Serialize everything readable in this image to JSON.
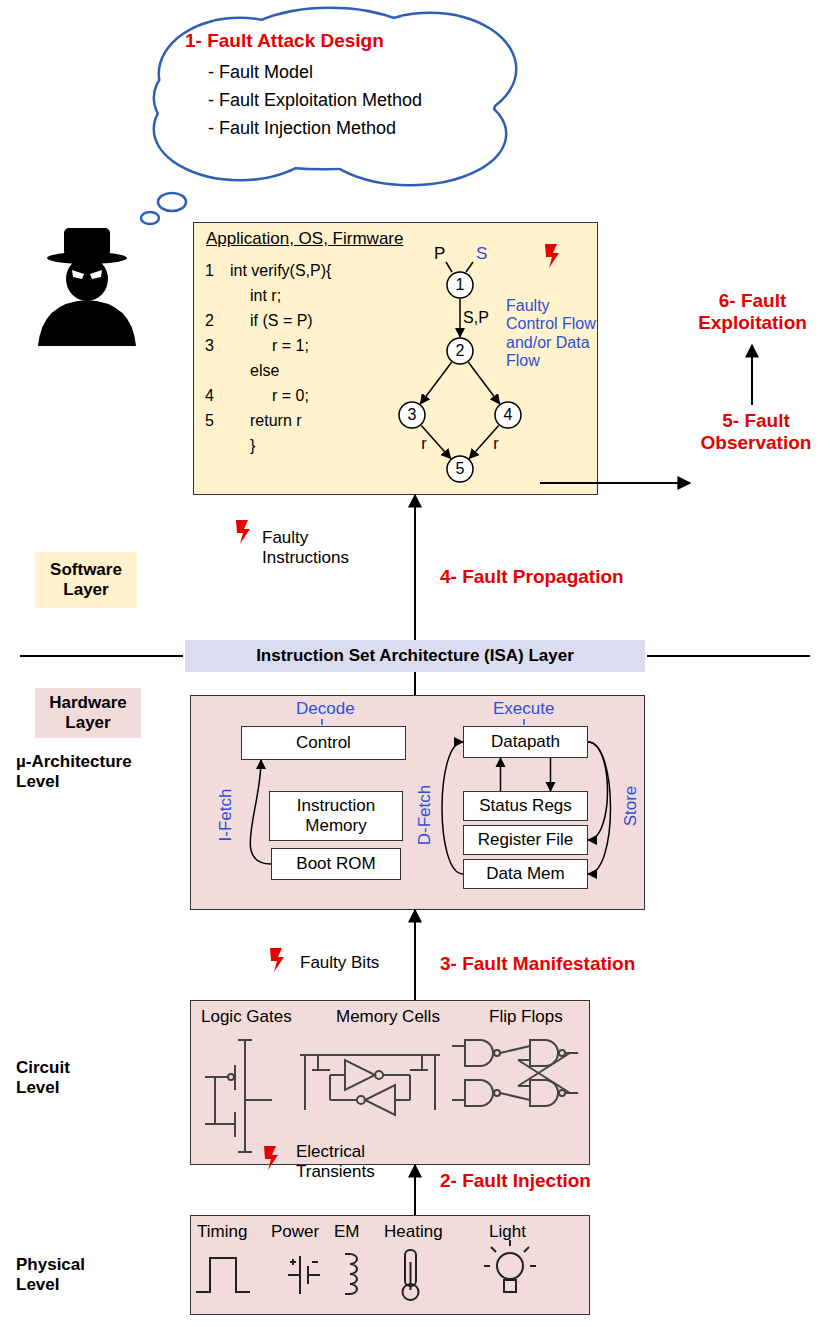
{
  "diagram": {
    "nodes": [
      {
        "text": [
          "1- Fault Attack Design",
          "- Fault Model",
          "- Fault Exploitation Method",
          "- Fault Injection Method"
        ]
      },
      {
        "text": [
          "Application, OS, Firmware",
          "Faulty Control Flow and/or Data Flow"
        ]
      },
      {
        "text": [
          "1"
        ],
        "in": 1
      },
      {
        "text": [
          "2"
        ],
        "in": 1
      },
      {
        "text": [
          "3"
        ],
        "in": 1
      },
      {
        "text": [
          "4"
        ],
        "in": 1
      },
      {
        "text": [
          "5"
        ],
        "in": 1
      },
      {
        "text": [
          "Software Layer"
        ]
      },
      {
        "text": [
          "Instruction Set Architecture (ISA) Layer"
        ]
      },
      {
        "text": [
          "Hardware Layer"
        ]
      },
      {
        "text": []
      },
      {
        "text": [
          "Control"
        ],
        "in": 10
      },
      {
        "text": [
          "Instruction Memory"
        ],
        "in": 10
      },
      {
        "text": [
          "Boot ROM"
        ],
        "in": 10
      },
      {
        "text": [
          "Datapath"
        ],
        "in": 10
      },
      {
        "text": [
          "Status Regs"
        ],
        "in": 10
      },
      {
        "text": [
          "Register File"
        ],
        "in": 10
      },
      {
        "text": [
          "Data Mem"
        ],
        "in": 10
      },
      {
        "text": [
          "Logic Gates",
          "Memory Cells",
          "Flip Flops"
        ]
      },
      {
        "text": [
          "Timing",
          "Power",
          "EM",
          "Heating",
          "Light"
        ]
      }
    ],
    "edges": [
      {
        "from": 2,
        "to": 3,
        "arrow": "to",
        "label": "S,P"
      },
      {
        "from": 3,
        "to": 4,
        "arrow": "to"
      },
      {
        "from": 3,
        "to": 5,
        "arrow": "to"
      },
      {
        "from": 4,
        "to": 6,
        "arrow": "to",
        "label": "r"
      },
      {
        "from": 5,
        "to": 6,
        "arrow": "to",
        "label": "r"
      },
      {
        "from": 10,
        "to": 8,
        "arrow": "none"
      },
      {
        "from": 8,
        "to": 1,
        "arrow": "to"
      },
      {
        "from": 13,
        "to": 11,
        "arrow": "to"
      },
      {
        "from": 17,
        "to": 14,
        "arrow": "to"
      },
      {
        "from": 14,
        "to": 16,
        "arrow": "to"
      },
      {
        "from": 14,
        "to": 17,
        "arrow": "to"
      },
      {
        "from": 15,
        "to": 14,
        "arrow": "to"
      },
      {
        "from": 14,
        "to": 15,
        "arrow": "to"
      },
      {
        "from": 18,
        "to": 10,
        "arrow": "to"
      },
      {
        "from": 19,
        "to": 18,
        "arrow": "to"
      }
    ],
    "labels": [
      "1",
      "int verify(S,P){",
      "int r;",
      "2",
      "if (S = P)",
      "3",
      "r = 1;",
      "else",
      "4",
      "r = 0;",
      "5",
      "return r",
      "}",
      "P",
      "S",
      "6- Fault Exploitation",
      "5- Fault Observation",
      "Faulty Instructions",
      "4- Fault Propagation",
      "µ-Architecture Level",
      "Decode",
      "Execute",
      "I-Fetch",
      "D-Fetch",
      "Store",
      "Faulty Bits",
      "3- Fault Manifestation",
      "Circuit Level",
      "Electrical Transients",
      "2- Fault Injection",
      "Physical Level"
    ]
  }
}
